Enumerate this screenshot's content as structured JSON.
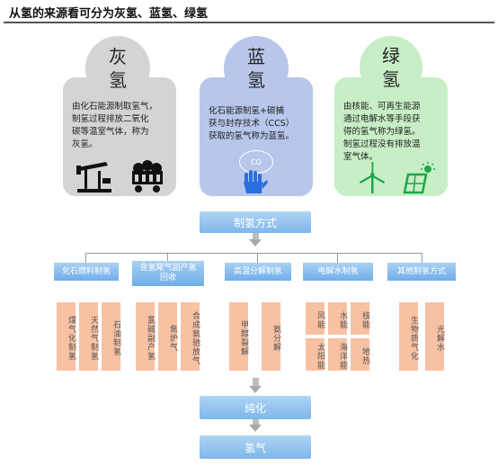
{
  "title": "从氢的来源看可分为灰氢、蓝氢、绿氢",
  "types": {
    "grey": {
      "name1": "灰",
      "name2": "氢",
      "desc": [
        "由化石能源制取氢气，",
        "制氢过程排放二氧化",
        "碳等温室气体，称为",
        "灰氢。"
      ]
    },
    "blue": {
      "name1": "蓝",
      "name2": "氢",
      "desc": [
        "化石能源制氢+碳捕",
        "获与封存技术（CCS）",
        "获取的氢气称为蓝氢。"
      ],
      "co_label": "CO"
    },
    "green": {
      "name1": "绿",
      "name2": "氢",
      "desc": [
        "由核能、可再生能源",
        "通过电解水等手段获",
        "得的氢气称为绿氢。",
        "制氢过程没有排放温",
        "室气体。"
      ]
    }
  },
  "flow": {
    "method": "制氢方式",
    "categories": [
      {
        "label": "化石燃料制氢",
        "items": [
          "煤气化制氢",
          "天然气制氢",
          "石油制氢"
        ]
      },
      {
        "label": "含氢尾气副产氢回收",
        "items": [
          "氯碱副产氢",
          "焦炉气",
          "合成氨驰放气"
        ]
      },
      {
        "label": "高温分解制氢",
        "items": [
          "甲醇裂解",
          "氨分解"
        ]
      },
      {
        "label": "电解水制氢",
        "items": [
          "风能",
          "水能",
          "核能",
          "太阳能",
          "海洋能",
          "地热"
        ]
      },
      {
        "label": "其他制氢方式",
        "items": [
          "生物质气化",
          "光解水"
        ]
      }
    ],
    "purify": "纯化",
    "product": "氢气"
  },
  "colors": {
    "grey": "#d4d4d4",
    "blue": "#b7c6ea",
    "green": "#c7eec4",
    "step": "#7eb6ea",
    "sub": "#f8c1a3"
  }
}
